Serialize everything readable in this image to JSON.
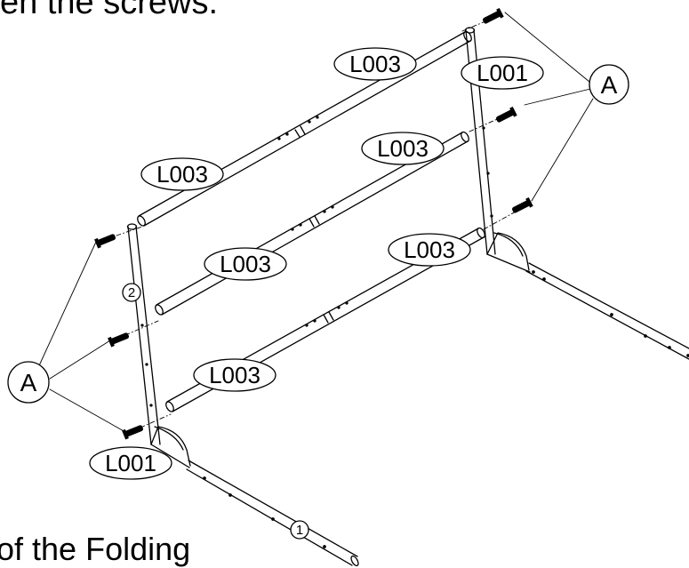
{
  "captions": {
    "top": "en the screws.",
    "bottom": "of the Folding"
  },
  "parts": {
    "rail": "L003",
    "frame": "L001",
    "screw_group": "A"
  },
  "steps": {
    "step_1": "1",
    "step_2": "2"
  },
  "colors": {
    "line": "#000000",
    "background": "#ffffff"
  }
}
